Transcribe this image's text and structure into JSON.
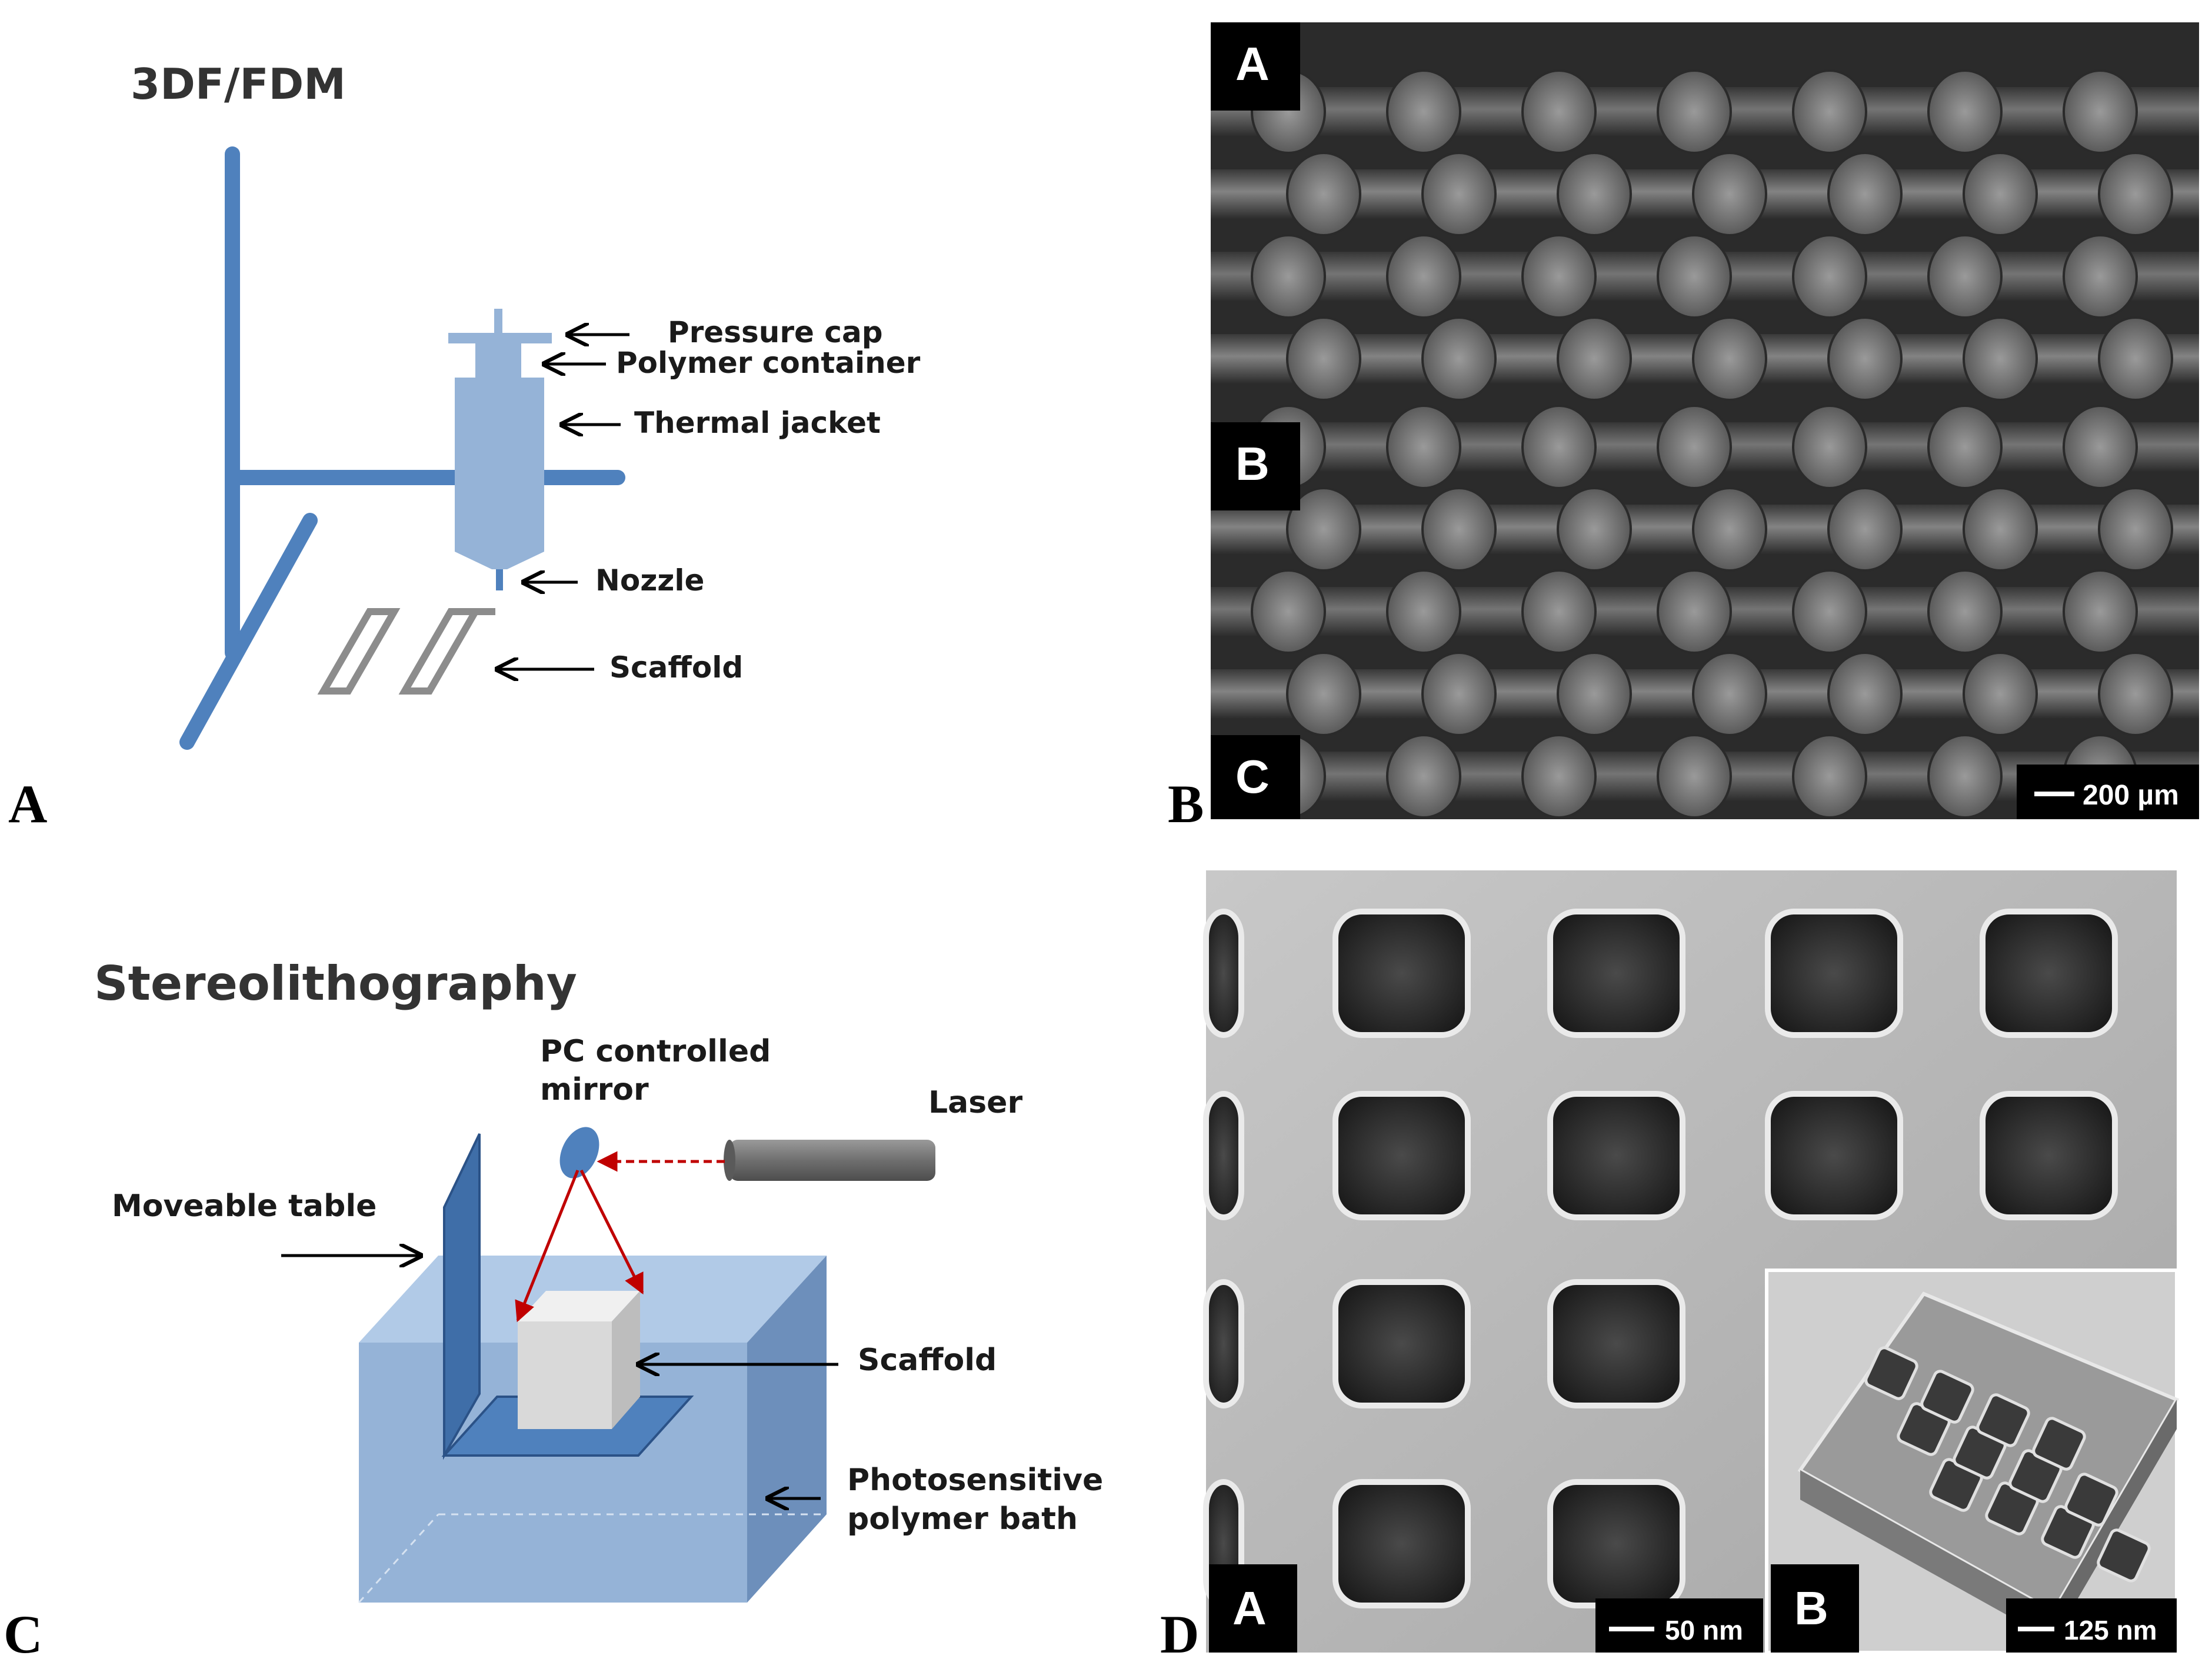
{
  "panels": {
    "a": {
      "letter": "A",
      "title": "3DF/FDM",
      "labels": {
        "pressure_cap": "Pressure cap",
        "polymer_container": "Polymer container",
        "thermal_jacket": "Thermal jacket",
        "nozzle": "Nozzle",
        "scaffold": "Scaffold"
      },
      "colors": {
        "frame": "#4f81bd",
        "syringe": "#95b3d7",
        "syringe_dark": "#7d9fcc",
        "scaffold": "#8c8c8c"
      }
    },
    "b": {
      "letter": "B",
      "image": "sem-micrograph-stacked-filaments",
      "sublabels": [
        "A",
        "B",
        "C"
      ],
      "scale_bar": "200 µm"
    },
    "c": {
      "letter": "C",
      "title": "Stereolithography",
      "labels": {
        "mirror_line1": "PC controlled",
        "mirror_line2": "mirror",
        "laser": "Laser",
        "moveable_table": "Moveable table",
        "scaffold": "Scaffold",
        "bath_line1": "Photosensitive",
        "bath_line2": "polymer bath"
      },
      "colors": {
        "bath": "#95b3d7",
        "table": "#3f6ea8",
        "beam": "#c00000",
        "laser": "#7f7f7f",
        "block": "#d9d9d9"
      }
    },
    "d": {
      "letter": "D",
      "image": "sem-micrograph-square-lattice",
      "sublabels": [
        "A",
        "B"
      ],
      "scale_bar_main": "50 nm",
      "scale_bar_inset": "125 nm"
    }
  }
}
